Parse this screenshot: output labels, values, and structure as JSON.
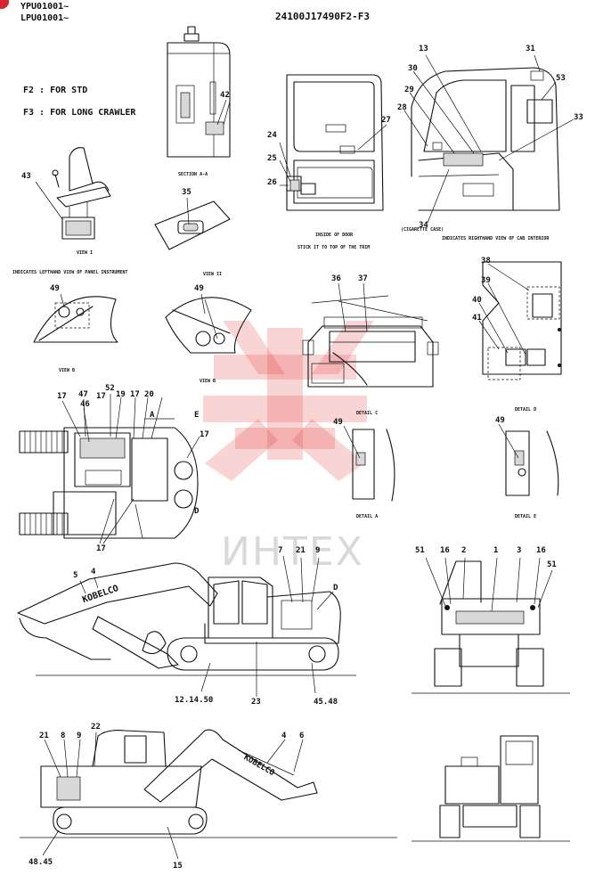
{
  "header": {
    "model_codes": [
      "YPU01001~",
      "LPU01001~"
    ],
    "drawing_number": "24100J17490F2-F3"
  },
  "notes": [
    "F2 : FOR STD",
    "F3 : FOR LONG CRAWLER"
  ],
  "captions": {
    "section_aa": "SECTION A-A",
    "inside_door": "INSIDE OF DOOR",
    "inside_door_sub": "STICK IT TO TOP OF THE TRIM",
    "view_i": "VIEW I",
    "left_hand_view": "INDICATES LEFTHAND VIEW OF PANEL INSTRUMENT",
    "view_ii": "VIEW II",
    "view_b": "VIEW B",
    "view_b2": "VIEW B",
    "cab_right_view": "INDICATES RIGHTHAND VIEW OF CAB INTERIOR",
    "cigarette_case": "(CIGARETTE CASE)",
    "detail_c": "DETAIL C",
    "detail_d": "DETAIL D",
    "detail_a": "DETAIL A",
    "detail_e": "DETAIL E",
    "brand": "KOBELCO"
  },
  "balloons": {
    "n42": "42",
    "n43": "43",
    "n35": "35",
    "n24": "24",
    "n25": "25",
    "n26": "26",
    "n27": "27",
    "n13": "13",
    "n30": "30",
    "n29": "29",
    "n28": "28",
    "n31": "31",
    "n53": "53",
    "n33": "33",
    "n34": "34",
    "n49a": "49",
    "n49b": "49",
    "n36": "36",
    "n37": "37",
    "n38": "38",
    "n39": "39",
    "n40": "40",
    "n41": "41",
    "n17a": "17",
    "n47": "47",
    "n46": "46",
    "n52": "52",
    "n17b": "17",
    "n19": "19",
    "n17c": "17",
    "n20": "20",
    "nA": "A",
    "nE": "E",
    "n17d": "17",
    "nD1": "D",
    "n17e": "17",
    "n49c": "49",
    "n49d": "49",
    "n5": "5",
    "n4a": "4",
    "n7": "7",
    "n21a": "21",
    "n9a": "9",
    "nD2": "D",
    "n1250": "12.14.50",
    "n23": "23",
    "n4548": "45.48",
    "n51a": "51",
    "n16a": "16",
    "n2": "2",
    "n1": "1",
    "n3": "3",
    "n16b": "16",
    "n51b": "51",
    "n21b": "21",
    "n8": "8",
    "n9b": "9",
    "n22": "22",
    "n4b": "4",
    "n6": "6",
    "n4845": "48.45",
    "n15": "15"
  },
  "watermark": {
    "text": "ИНТЕХ",
    "color": "#e23b3b"
  }
}
